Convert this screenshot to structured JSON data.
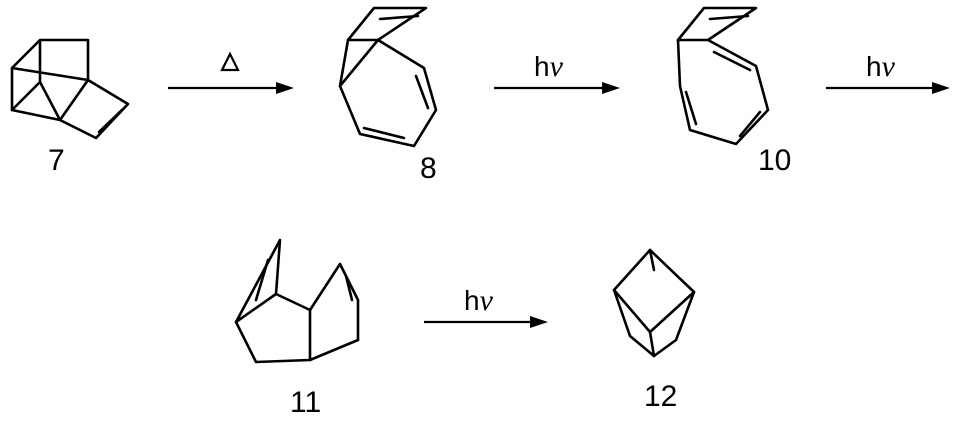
{
  "compounds": [
    {
      "id": "7",
      "label": "7"
    },
    {
      "id": "8",
      "label": "8"
    },
    {
      "id": "10",
      "label": "10"
    },
    {
      "id": "11",
      "label": "11"
    },
    {
      "id": "12",
      "label": "12"
    }
  ],
  "arrows": [
    {
      "from": "7",
      "to": "8",
      "condition": "Δ"
    },
    {
      "from": "8",
      "to": "10",
      "condition_h": "h",
      "condition_nu": "ν"
    },
    {
      "from": "10",
      "to": "11",
      "condition_h": "h",
      "condition_nu": "ν"
    },
    {
      "from": "11",
      "to": "12",
      "condition_h": "h",
      "condition_nu": "ν"
    }
  ]
}
